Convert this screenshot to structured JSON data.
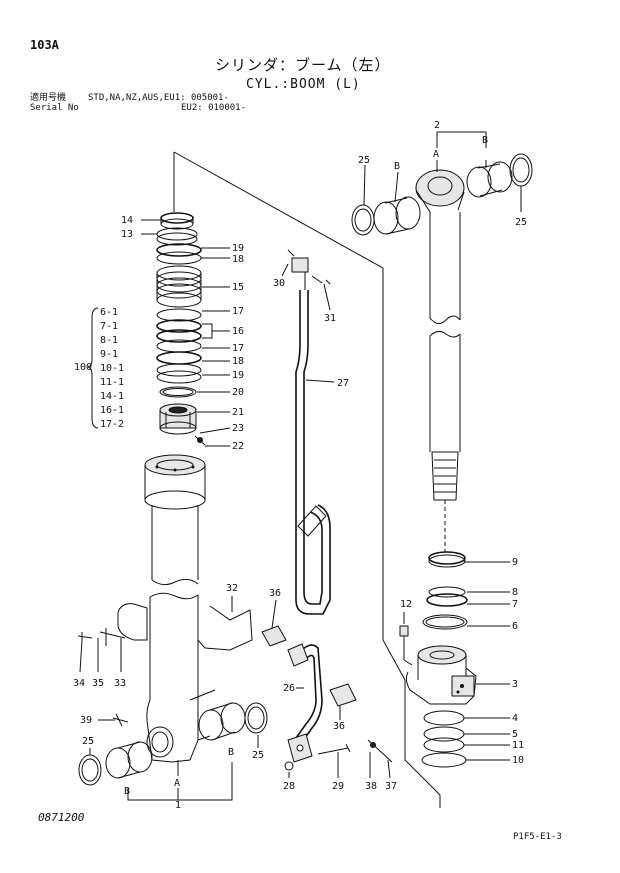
{
  "header": {
    "page_code": "103A",
    "title_jp": "シリンダ：ブーム（左）",
    "title_en": "CYL.:BOOM (L)",
    "serial_label_jp": "適用号機",
    "serial_label_en": "Serial No",
    "serial_line1": "STD,NA,NZ,AUS,EU1: 005001-",
    "serial_line2": "EU2: 010001-"
  },
  "footer": {
    "drawing_code": "0871200",
    "page_ref": "P1F5-E1-3"
  },
  "kit": {
    "number": "100",
    "items": [
      "6-1",
      "7-1",
      "8-1",
      "9-1",
      "10-1",
      "11-1",
      "14-1",
      "16-1",
      "17-2"
    ]
  },
  "callouts": {
    "c1": "1",
    "c2": "2",
    "c3": "3",
    "c4": "4",
    "c5": "5",
    "c6": "6",
    "c7": "7",
    "c8": "8",
    "c9": "9",
    "c10": "10",
    "c11": "11",
    "c12": "12",
    "c13": "13",
    "c14": "14",
    "c15": "15",
    "c16": "16",
    "c17a": "17",
    "c17b": "17",
    "c18a": "18",
    "c18b": "18",
    "c19a": "19",
    "c19b": "19",
    "c20": "20",
    "c21": "21",
    "c22": "22",
    "c23": "23",
    "c25a": "25",
    "c25b": "25",
    "c25c": "25",
    "c25d": "25",
    "c26": "26",
    "c27": "27",
    "c28": "28",
    "c29": "29",
    "c30": "30",
    "c31": "31",
    "c32": "32",
    "c33": "33",
    "c34": "34",
    "c35": "35",
    "c36a": "36",
    "c36b": "36",
    "c37": "37",
    "c38": "38",
    "c39": "39",
    "A1": "A",
    "A2": "A",
    "B1": "B",
    "B2": "B",
    "B3": "B",
    "B4": "B"
  }
}
